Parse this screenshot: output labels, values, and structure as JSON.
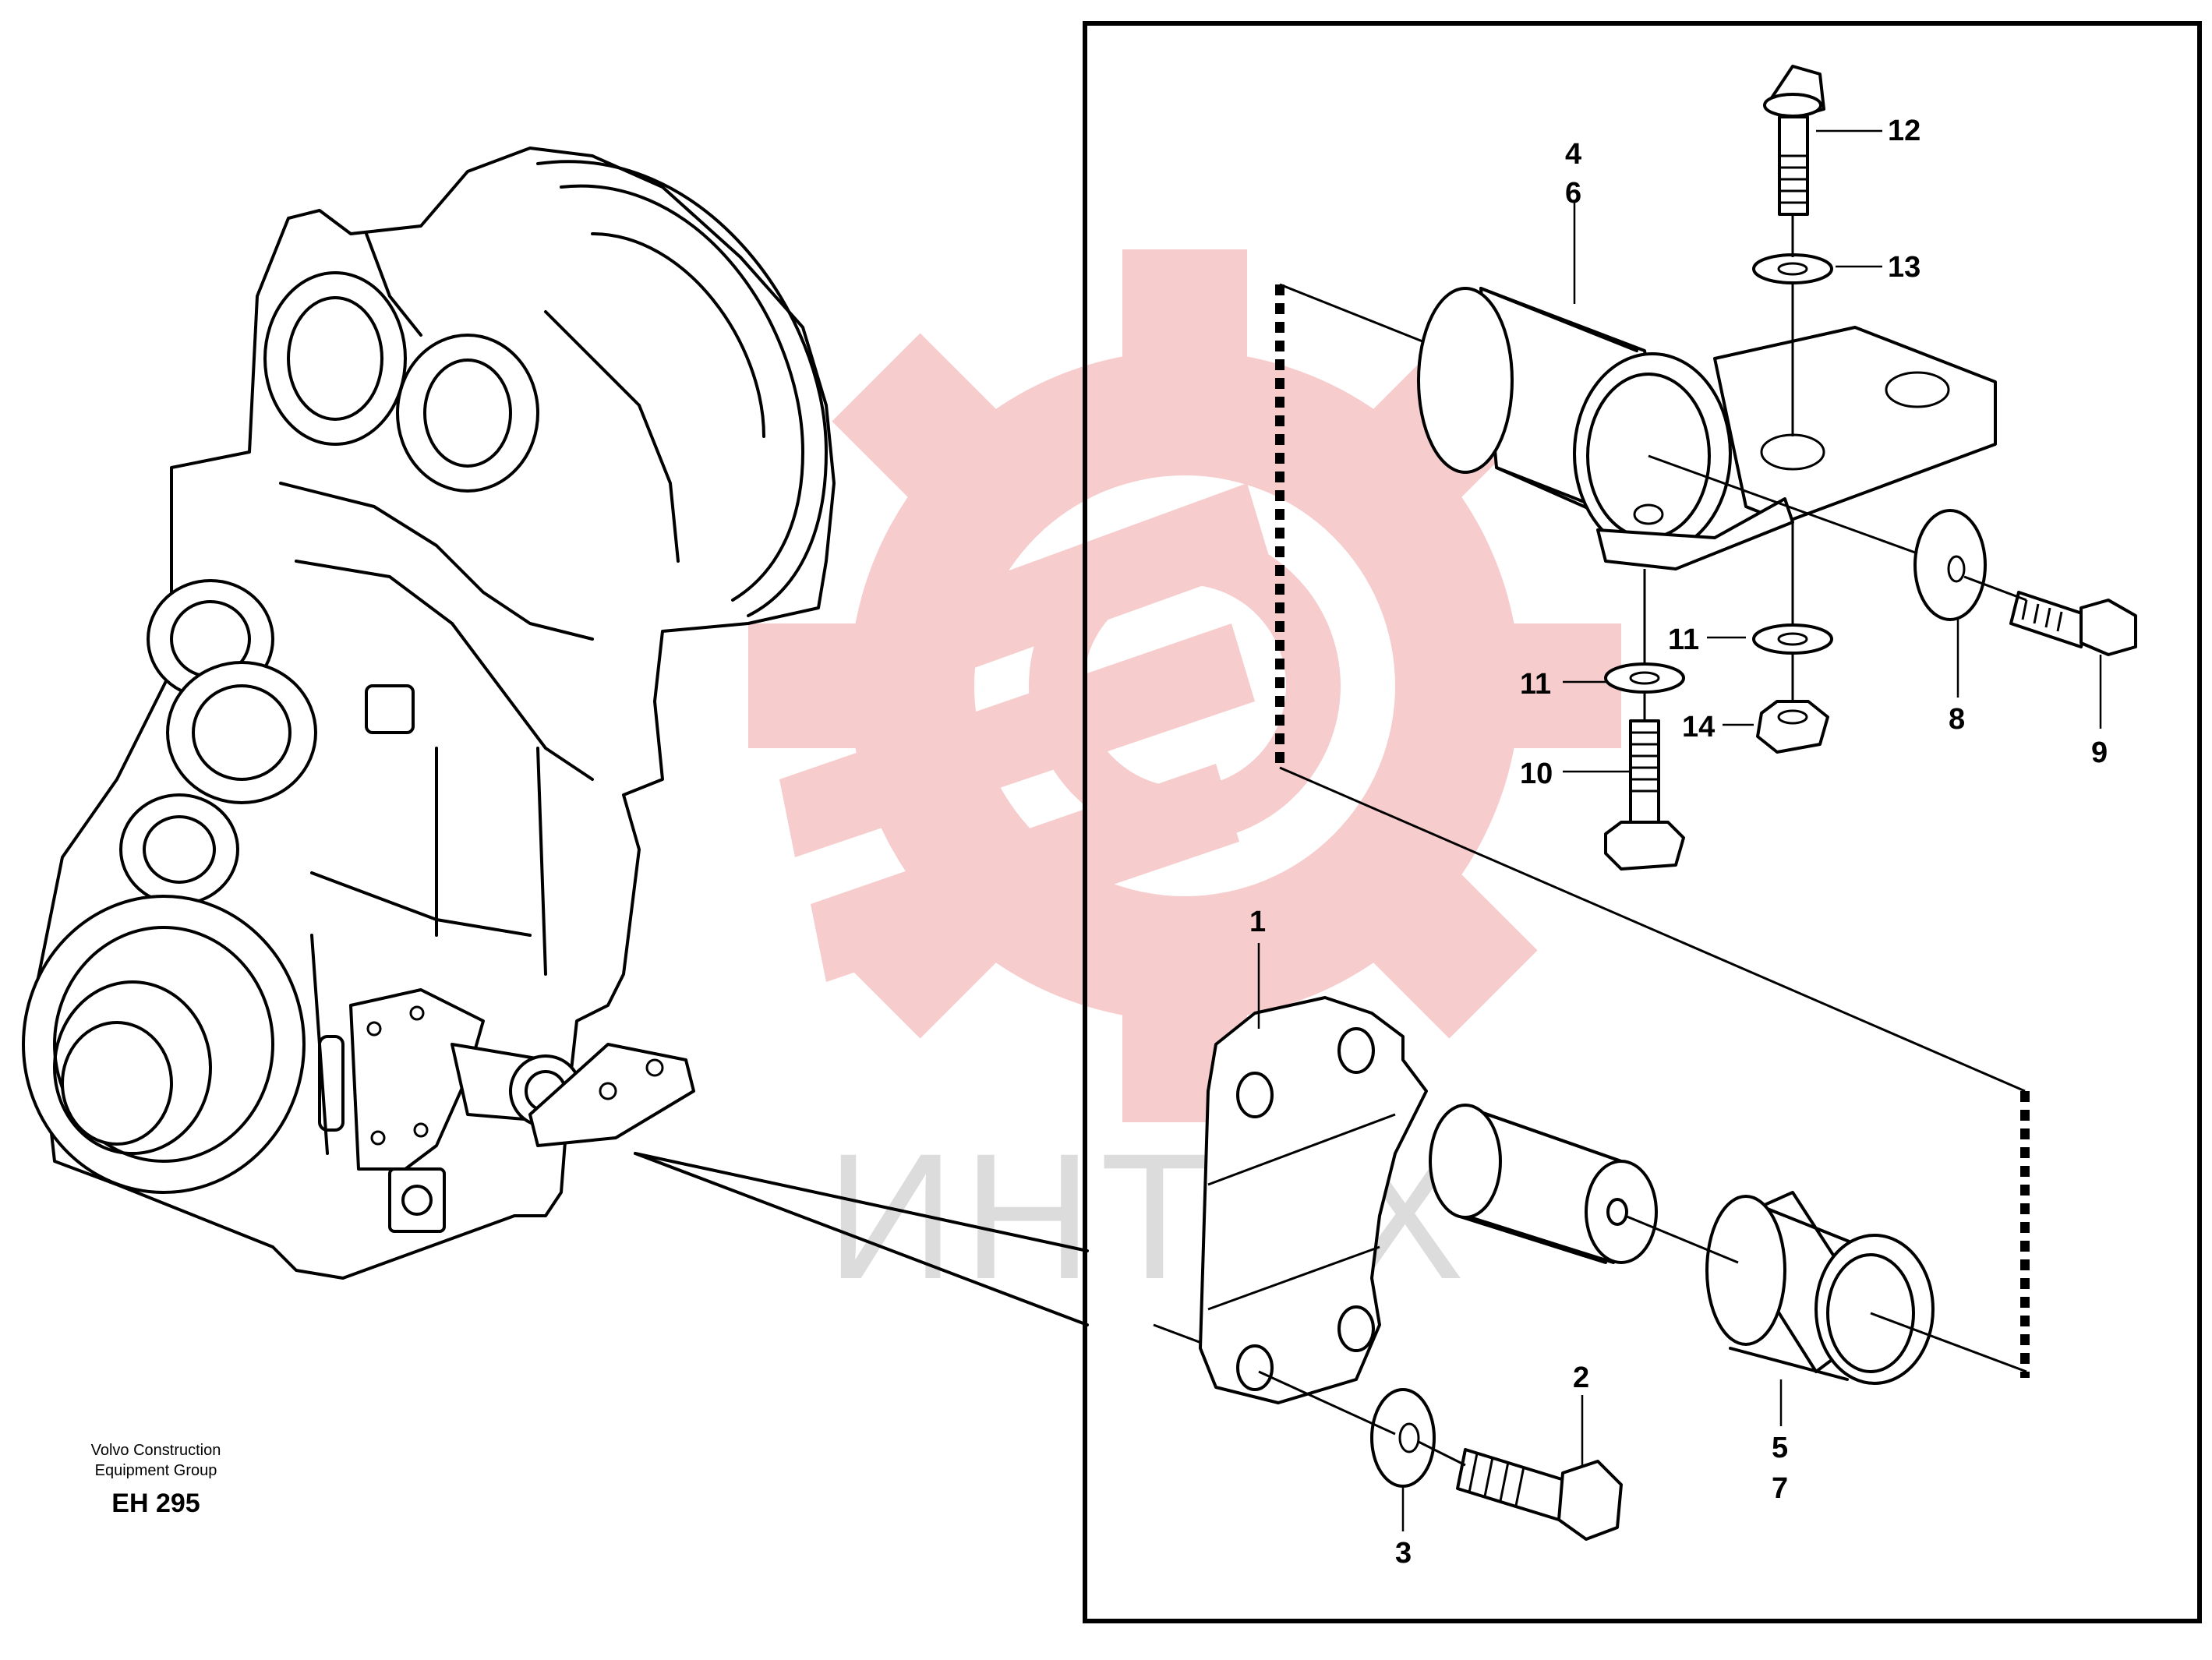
{
  "caption": {
    "line1": "Volvo Construction",
    "line2": "Equipment Group",
    "code": "EH 295"
  },
  "watermark": {
    "text": "ИНТЕХ",
    "gear_color": "#f5b8b8",
    "text_color": "#dedede"
  },
  "labels": {
    "p1": "1",
    "p2": "2",
    "p3": "3",
    "p4": "4",
    "p5": "5",
    "p6": "6",
    "p7": "7",
    "p8": "8",
    "p9": "9",
    "p10": "10",
    "p11a": "11",
    "p11b": "11",
    "p12": "12",
    "p13": "13",
    "p14": "14"
  }
}
